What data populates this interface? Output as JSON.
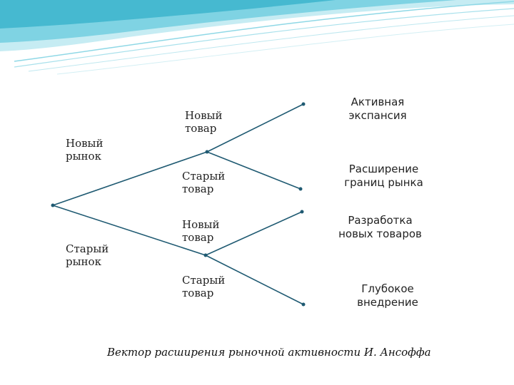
{
  "diagram": {
    "markets": [
      {
        "line1": "Новый",
        "line2": "рынок"
      },
      {
        "line1": "Старый",
        "line2": "рынок"
      }
    ],
    "products": [
      {
        "line1": "Новый",
        "line2": "товар"
      },
      {
        "line1": "Старый",
        "line2": "товар"
      },
      {
        "line1": "Новый",
        "line2": "товар"
      },
      {
        "line1": "Старый",
        "line2": "товар"
      }
    ],
    "strategies": [
      {
        "line1": "Активная",
        "line2": "экспансия"
      },
      {
        "line1": "Расширение",
        "line2": "границ рынка"
      },
      {
        "line1": "Разработка",
        "line2": "новых товаров"
      },
      {
        "line1": "Глубокое",
        "line2": "внедрение"
      }
    ],
    "caption": "Вектор расширения рыночной  активности  И. Ансоффа",
    "colors": {
      "line": "#1f5a72",
      "wave1": "#7fd3e3",
      "wave2": "#b9e6ef",
      "wave3": "#3fb4cc"
    }
  }
}
